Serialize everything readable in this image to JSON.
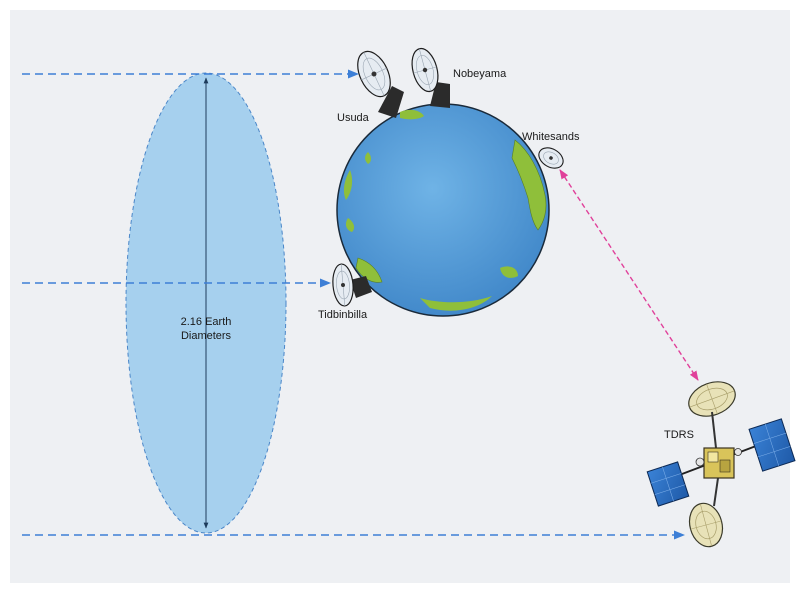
{
  "labels": {
    "nobeyama": "Nobeyama",
    "usuda": "Usuda",
    "whitesands": "Whitesands",
    "tidbinbilla": "Tidbinbilla",
    "tdrs": "TDRS",
    "diameter_line1": "2.16 Earth",
    "diameter_line2": "Diameters"
  },
  "colors": {
    "background": "#eef0f3",
    "ocean": "#4f9ad8",
    "land": "#8fbf3a",
    "ellipse_fill": "#a6d0ee",
    "sightline": "#3d7fd6",
    "downlink": "#e0409a",
    "solar_panel": "#2f6fc4",
    "dish": "#e8e2b8"
  },
  "icons": {
    "ground_station": "dish-antenna-icon",
    "satellite": "satellite-icon"
  }
}
